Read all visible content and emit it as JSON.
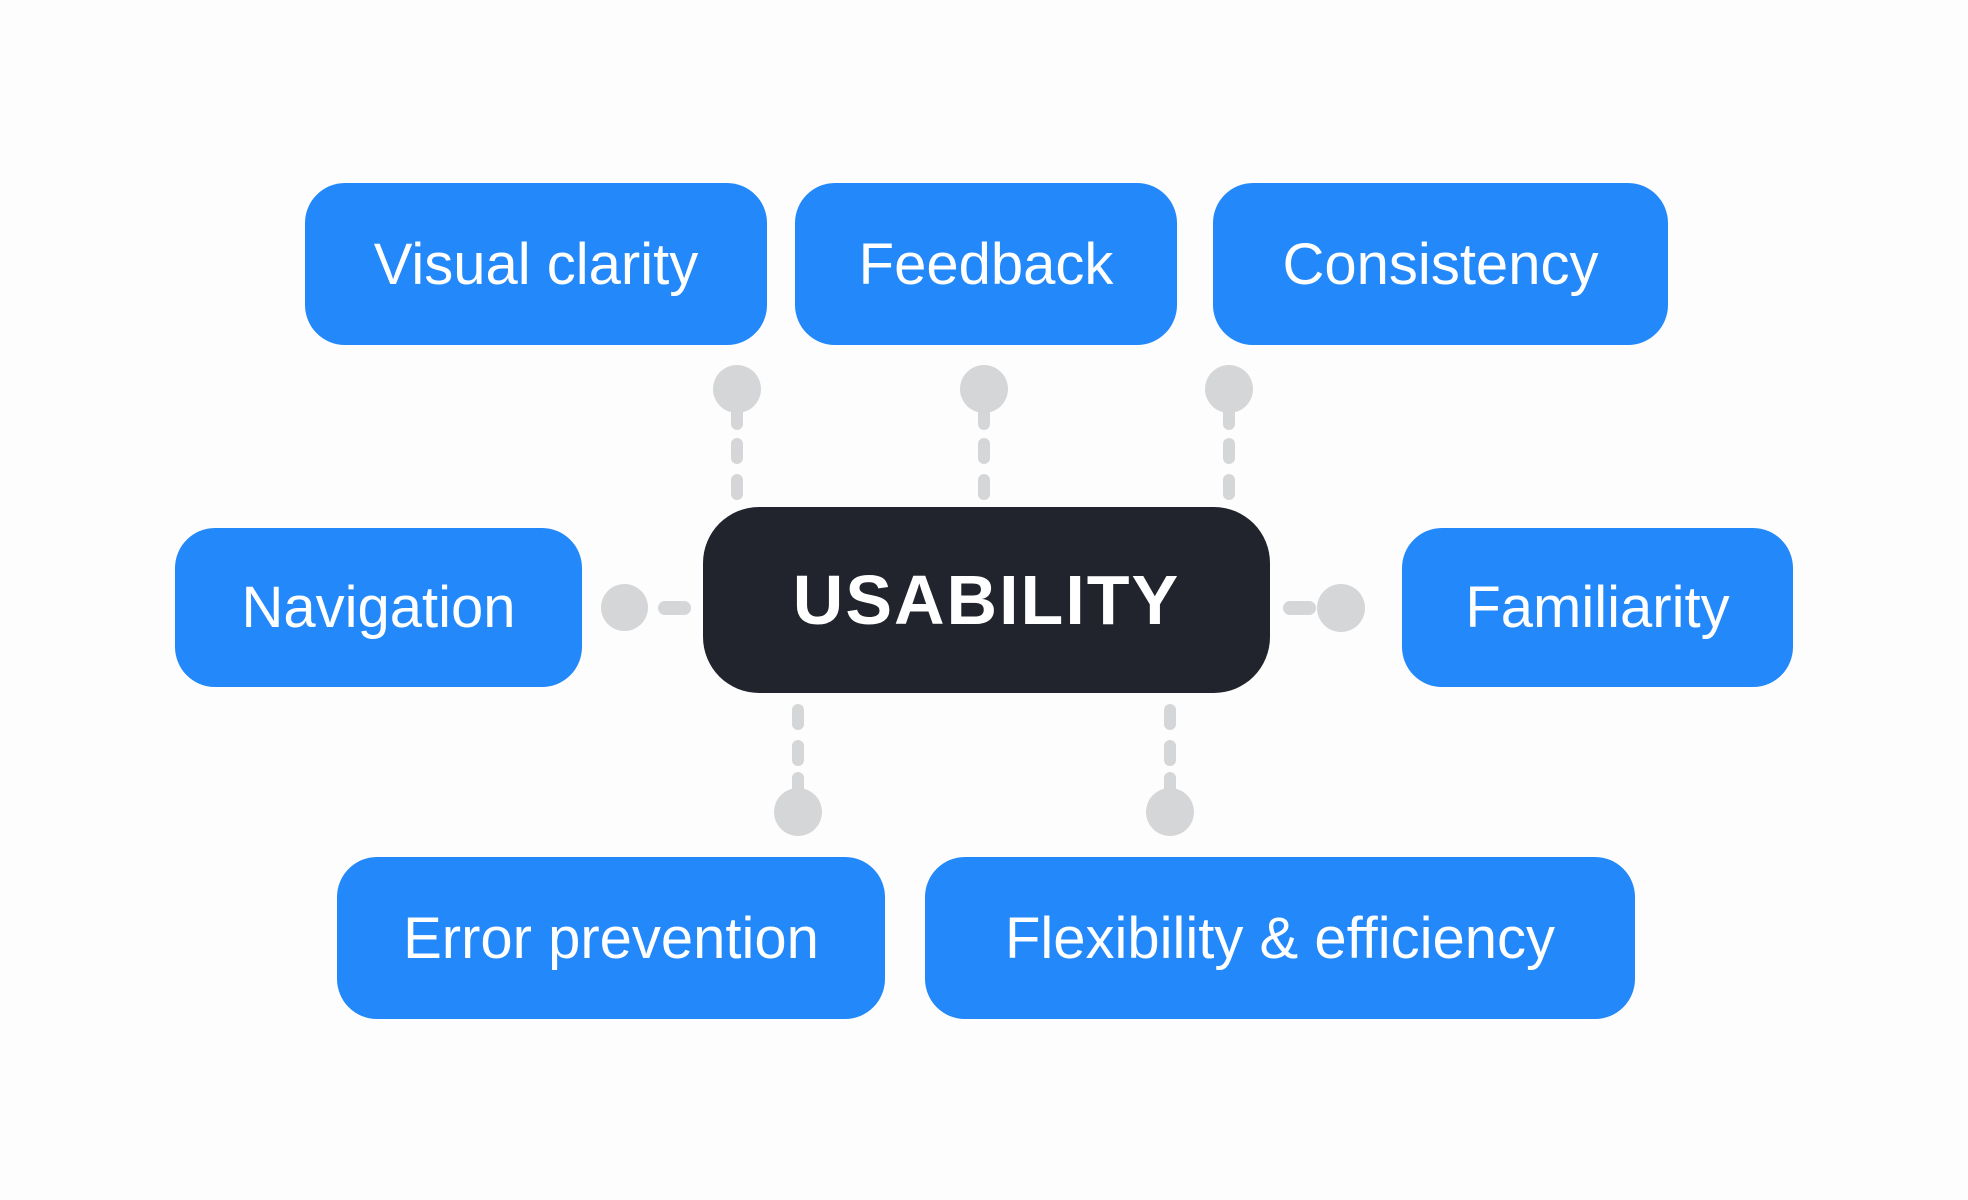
{
  "diagram": {
    "title_concept": "USABILITY",
    "center": {
      "label": "USABILITY"
    },
    "nodes": {
      "visual_clarity": {
        "label": "Visual clarity"
      },
      "feedback": {
        "label": "Feedback"
      },
      "consistency": {
        "label": "Consistency"
      },
      "navigation": {
        "label": "Navigation"
      },
      "familiarity": {
        "label": "Familiarity"
      },
      "error_prevention": {
        "label": "Error prevention"
      },
      "flexibility_efficiency": {
        "label": "Flexibility & efficiency"
      }
    },
    "connections": [
      "visual_clarity-usability",
      "feedback-usability",
      "consistency-usability",
      "navigation-usability",
      "familiarity-usability",
      "error_prevention-usability",
      "flexibility_efficiency-usability"
    ],
    "connector_style": "dashed line with circle terminal at satellite end",
    "colors": {
      "node_fill": "#2388FA",
      "center_fill": "#21242C",
      "connector": "#D5D6D8",
      "text": "#FFFFFF",
      "background": "#FDFDFD"
    }
  }
}
